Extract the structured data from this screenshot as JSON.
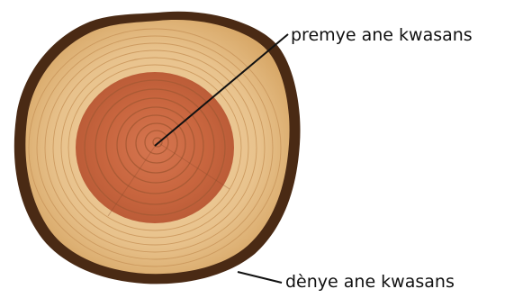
{
  "diagram": {
    "labels": {
      "first_ring": "premye ane kwasans",
      "last_ring": "dènye ane kwasans"
    },
    "colors": {
      "background": "#ffffff",
      "bark": "#4a2a14",
      "sapwood": "#e6c28e",
      "heartwood": "#c8653e",
      "ring_line": "#a85a34",
      "leader_line": "#111111"
    },
    "illustration": "cross-section-of-tree-trunk-with-growth-rings"
  }
}
